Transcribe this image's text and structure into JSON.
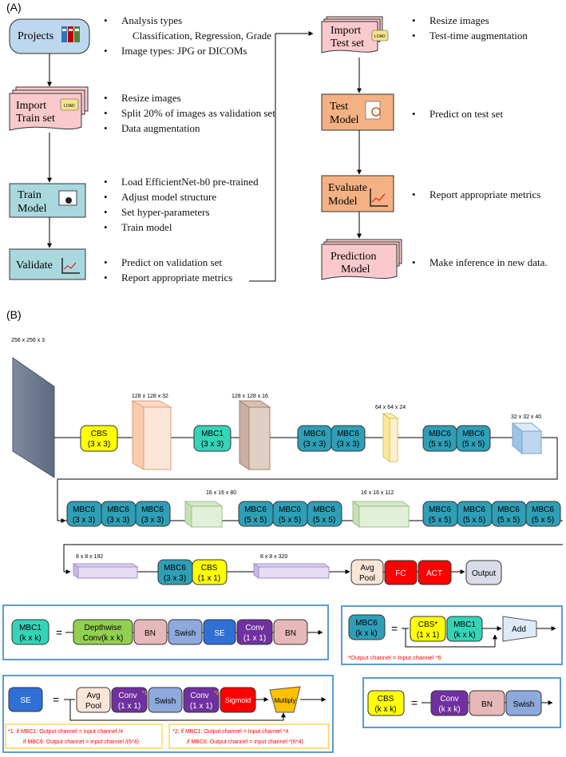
{
  "panel_a_label": "(A)",
  "panel_b_label": "(B)",
  "workflow": {
    "projects": {
      "label": "Projects",
      "bullets": [
        "Analysis types",
        "Classification, Regression, Grade",
        "Image types: JPG or DICOMs"
      ]
    },
    "import_train": {
      "label1": "Import",
      "label2": "Train set",
      "badge": "LOAD",
      "bullets": [
        "Resize images",
        "Split 20% of images as validation set",
        "Data augmentation"
      ]
    },
    "train_model": {
      "label1": "Train",
      "label2": "Model",
      "bullets": [
        "Load EfficientNet-b0 pre-trained",
        "Adjust model structure",
        "Set hyper-parameters",
        "Train model"
      ]
    },
    "validate": {
      "label": "Validate",
      "bullets": [
        "Predict on validation set",
        "Report appropriate metrics"
      ]
    },
    "import_test": {
      "label1": "Import",
      "label2": "Test set",
      "badge": "LOAD",
      "bullets": [
        "Resize images",
        "Test-time augmentation"
      ]
    },
    "test_model": {
      "label1": "Test",
      "label2": "Model",
      "bullets": [
        "Predict on test set"
      ]
    },
    "evaluate_model": {
      "label1": "Evaluate",
      "label2": "Model",
      "bullets": [
        "Report appropriate metrics"
      ]
    },
    "prediction_model": {
      "label1": "Prediction",
      "label2": "Model",
      "bullets": [
        "Make inference in new data."
      ]
    }
  },
  "arch": {
    "dims": [
      "256 x 256 x 3",
      "128 x 128 x 32",
      "128 x 128 x 16",
      "64 x 64 x 24",
      "32 x 32 x 40",
      "16 x 16 x 80",
      "16 x 16 x 112",
      "8 x 8 x 192",
      "8 x 8 x 320"
    ],
    "blocks": {
      "cbs33": [
        "CBS",
        "(3 x 3)"
      ],
      "mbc1_33": [
        "MBC1",
        "(3 x 3)"
      ],
      "mbc6_33": [
        "MBC6",
        "(3 x 3)"
      ],
      "mbc6_55": [
        "MBC6",
        "(5 x 5)"
      ],
      "cbs11": [
        "CBS",
        "(1 x 1)"
      ],
      "avgpool": [
        "Avg",
        "Pool"
      ],
      "fc": "FC",
      "act": "ACT",
      "output": "Output"
    }
  },
  "legends": {
    "mbc1": {
      "name": [
        "MBC1",
        "(k x k)"
      ],
      "eq": "=",
      "dw": [
        "Depthwise",
        "Conv(k x  k)"
      ],
      "bn": "BN",
      "swish": "Swish",
      "se": "SE",
      "conv": [
        "Conv",
        "(1 x 1)"
      ],
      "bn2": "BN"
    },
    "mbc6": {
      "name": [
        "MBC6",
        "(k x k)"
      ],
      "eq": "=",
      "cbs": [
        "CBS*",
        "(1 x 1)"
      ],
      "mbc1": [
        "MBC1",
        "(k x k)"
      ],
      "add": "Add",
      "note": "*Output channel = Input channel *6"
    },
    "se": {
      "name": "SE",
      "eq": "=",
      "avg": [
        "Avg",
        "Pool"
      ],
      "conv1": [
        "Conv",
        "(1 x 1)"
      ],
      "conv1_mark": "*1",
      "swish": "Swish",
      "conv2": [
        "Conv",
        "(1 x 1)"
      ],
      "conv2_mark": "*2",
      "sig": "Sigmoid",
      "mul": "Multiply",
      "note1": [
        "*1: if MBC1: Output channel = input channel /4",
        "if MBC6: Output channel = input channel /(6*4)"
      ],
      "note2": [
        "*2: if MBC1: Output channel = Input channel *4",
        "if MBC6: Output channel = input channel *(6*4)"
      ]
    },
    "cbs": {
      "name": [
        "CBS",
        "(k x k)"
      ],
      "eq": "=",
      "conv": [
        "Conv",
        "(k x k)"
      ],
      "bn": "BN",
      "swish": "Swish"
    }
  },
  "colors": {
    "projects": "#bdd7ee",
    "import": "#f9c9cd",
    "model": "#f4b183",
    "train": "#a9d8df",
    "mbc6": "#2e9fb7",
    "mbc1": "#33d4b8",
    "cbs": "#ffff00",
    "conv": "#7030a0",
    "dw": "#92d050",
    "bn": "#e6b8b7",
    "swish": "#8ea9db",
    "se": "#2f6fd6",
    "fc": "#ff0000",
    "output": "#d9dce8",
    "avg": "#fbe5d6",
    "multiply": "#ffc000",
    "frame": "#5b9bd5",
    "note": "#ff0000"
  }
}
